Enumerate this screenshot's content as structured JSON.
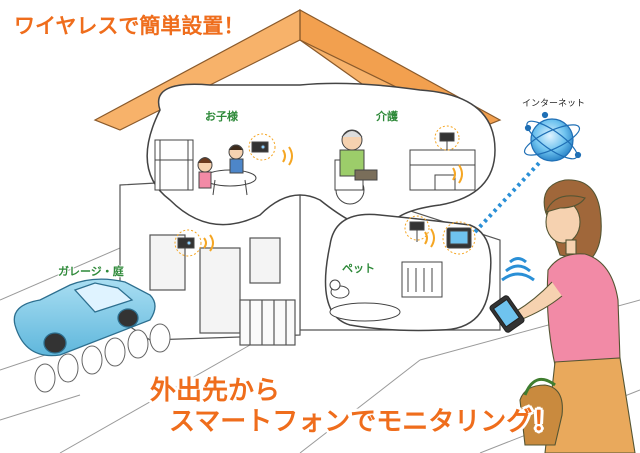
{
  "headline": "ワイヤレスで簡単設置！",
  "rooms": {
    "kids": "お子様",
    "care": "介護",
    "pet": "ペット",
    "garage": "ガレージ・庭"
  },
  "internet_label": "インターネット",
  "tagline": {
    "line1": "外出先から",
    "line2": "スマートフォンでモニタリング！"
  },
  "colors": {
    "accent_orange": "#ef6d1c",
    "room_label_green": "#2f8a3a",
    "roof_orange": "#f7b26a",
    "car_blue": "#7ecbe8",
    "shirt_pink": "#f28aa6",
    "signal_blue": "#2a8fd6"
  },
  "icons": [
    "wireless-camera-icon",
    "globe-network-icon",
    "smartphone-icon",
    "wifi-signal-icon"
  ]
}
